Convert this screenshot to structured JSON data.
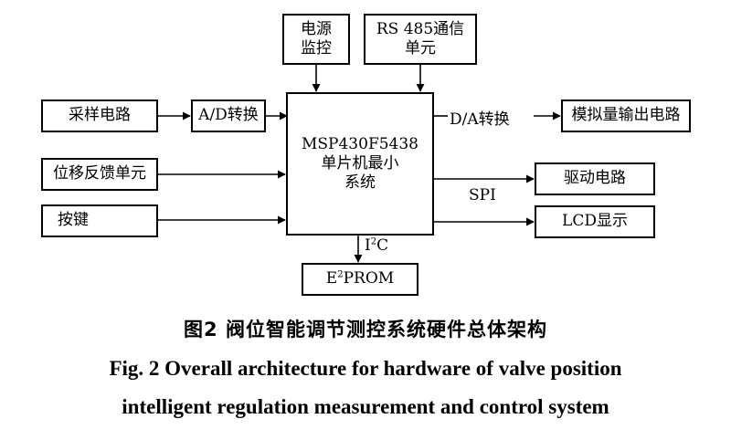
{
  "diagram": {
    "power": [
      "电源",
      "监控"
    ],
    "rs485": [
      "RS 485通信",
      "单元"
    ],
    "sampling": "采样电路",
    "ad": "A/D转换",
    "mcu": [
      "MSP430F5438",
      "单片机最小",
      "系统"
    ],
    "da": "D/A转换",
    "analog_out": "模拟量输出电路",
    "feedback": "位移反馈单元",
    "drive": "驱动电路",
    "key": "按键",
    "spi": "SPI",
    "lcd": "LCD显示",
    "i2c": {
      "prefix": "I",
      "sup": "2",
      "suffix": "C"
    },
    "eeprom": {
      "prefix": "E",
      "sup": "2",
      "suffix": "PROM"
    }
  },
  "caption": {
    "cn": "图2  阀位智能调节测控系统硬件总体架构",
    "en_line1": "Fig. 2  Overall architecture for hardware of valve position",
    "en_line2": "intelligent regulation measurement and control system"
  }
}
